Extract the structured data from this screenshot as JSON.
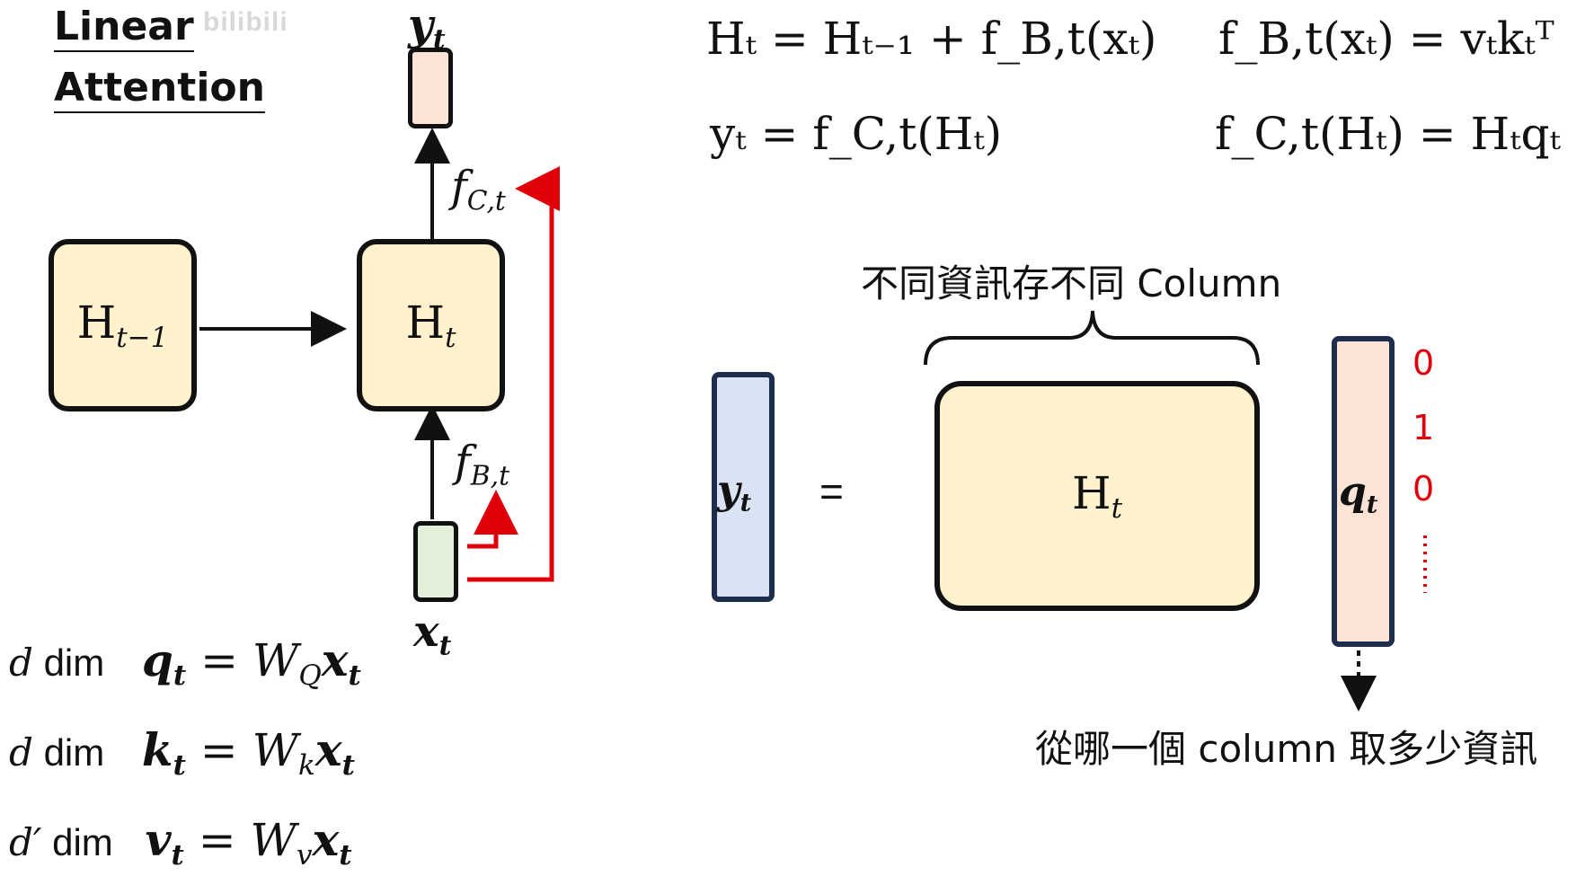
{
  "header": {
    "title_line1": "Linear",
    "title_line2": "Attention",
    "watermark": "bilibili"
  },
  "diagram": {
    "prev_state": "H",
    "prev_state_sub": "t−1",
    "state": "H",
    "state_sub": "t",
    "output": "y",
    "output_sub": "t",
    "input": "x",
    "input_sub": "t",
    "f_c": "f",
    "f_c_sub": "C,t",
    "f_b": "f",
    "f_b_sub": "B,t"
  },
  "equations": {
    "eq1": "Hₜ = Hₜ₋₁ + f_B,t(xₜ)",
    "eq2": "f_B,t(xₜ) = vₜkₜᵀ",
    "eq3": "yₜ = f_C,t(Hₜ)",
    "eq4": "f_C,t(Hₜ) = Hₜqₜ"
  },
  "matrix": {
    "brace_label": "不同資訊存不同 Column",
    "y_label": "y",
    "y_sub": "t",
    "equals": "=",
    "h_label": "H",
    "h_sub": "t",
    "q_label": "q",
    "q_sub": "t",
    "q_values": [
      "0",
      "1",
      "0"
    ],
    "bottom_label": "從哪一個 column 取多少資訊"
  },
  "dims": {
    "row1_prefix": "d",
    "row1_dim": "dim",
    "row2_prefix": "d",
    "row2_dim": "dim",
    "row3_prefix": "d′",
    "row3_dim": "dim"
  },
  "colors": {
    "state_fill": "#fff2cc",
    "output_fill": "#fbe3d6",
    "input_fill": "#e2f0d9",
    "y_vec_fill": "#dae3f3",
    "vec_border": "#1f2d4d",
    "accent_red": "#e0000a"
  }
}
